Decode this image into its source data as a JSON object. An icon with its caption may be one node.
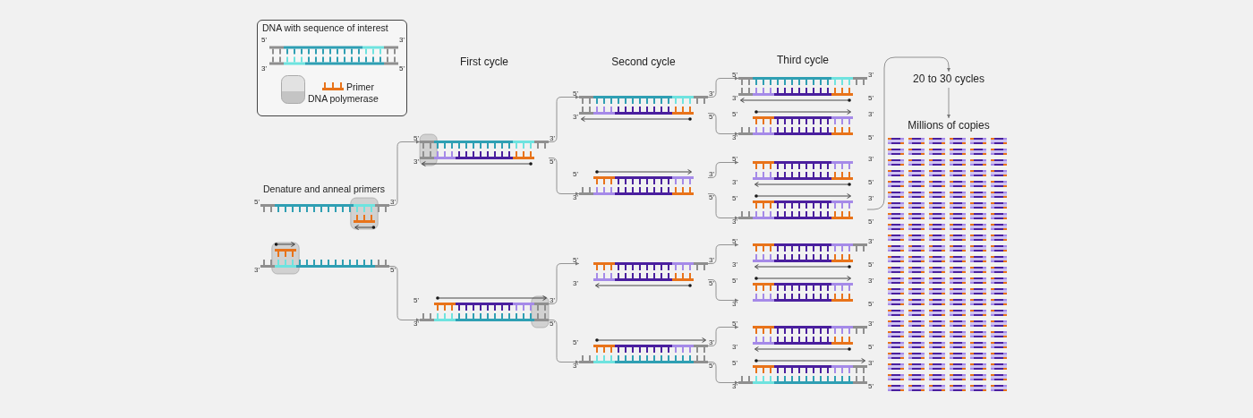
{
  "diagram": {
    "nodes": [
      {
        "text": [],
        "shape": "picture",
        "beside": [
          "5'",
          "3'"
        ]
      },
      {
        "text": [],
        "shape": "picture",
        "beside": [
          "3'",
          "5'"
        ]
      },
      {
        "text": [],
        "shape": "picture",
        "beside": [
          "5'",
          "3'",
          "3'",
          "5'"
        ]
      },
      {
        "text": [],
        "shape": "picture",
        "beside": [
          "5'",
          "3'",
          "3'",
          "5'"
        ]
      },
      {
        "text": [],
        "shape": "picture",
        "beside": [
          "5'",
          "3'",
          "3'",
          "5'"
        ]
      },
      {
        "text": [],
        "shape": "picture",
        "beside": [
          "5'",
          "3'",
          "3'",
          "5'"
        ]
      },
      {
        "text": [],
        "shape": "picture",
        "beside": [
          "5'",
          "3'",
          "3'",
          "5'"
        ]
      },
      {
        "text": [],
        "shape": "picture",
        "beside": [
          "5'",
          "3'",
          "3'",
          "5'"
        ]
      },
      {
        "text": [],
        "shape": "picture",
        "beside": [
          "5'",
          "3'",
          "3'",
          "5'"
        ]
      },
      {
        "text": [],
        "shape": "picture",
        "beside": [
          "5'",
          "3'",
          "3'",
          "5'"
        ]
      },
      {
        "text": [],
        "shape": "picture",
        "beside": [
          "5'",
          "3'",
          "3'",
          "5'"
        ]
      },
      {
        "text": [],
        "shape": "picture",
        "beside": [
          "5'",
          "3'",
          "3'",
          "5'"
        ]
      },
      {
        "text": [],
        "shape": "picture",
        "beside": [
          "5'",
          "3'",
          "3'",
          "5'"
        ]
      },
      {
        "text": [],
        "shape": "picture",
        "beside": [
          "5'",
          "3'",
          "3'",
          "5'"
        ]
      },
      {
        "text": [],
        "shape": "picture",
        "beside": [
          "5'",
          "3'",
          "3'",
          "5'"
        ]
      },
      {
        "text": [],
        "shape": "picture",
        "beside": [
          "5'",
          "3'",
          "3'",
          "5'"
        ]
      },
      {
        "text": [
          "20 to 30 cycles"
        ]
      },
      {
        "text": [
          "Millions of copies"
        ]
      }
    ],
    "edges": [
      {
        "from": 0,
        "to": 2,
        "arrow": "to"
      },
      {
        "from": 1,
        "to": 3,
        "arrow": "to"
      },
      {
        "from": 2,
        "to": 4,
        "arrow": "to"
      },
      {
        "from": 2,
        "to": 5,
        "arrow": "to"
      },
      {
        "from": 3,
        "to": 6,
        "arrow": "to"
      },
      {
        "from": 3,
        "to": 7,
        "arrow": "to"
      },
      {
        "from": 4,
        "to": 8,
        "arrow": "to"
      },
      {
        "from": 4,
        "to": 9,
        "arrow": "to"
      },
      {
        "from": 5,
        "to": 10,
        "arrow": "to"
      },
      {
        "from": 5,
        "to": 11,
        "arrow": "to"
      },
      {
        "from": 6,
        "to": 12,
        "arrow": "to"
      },
      {
        "from": 6,
        "to": 13,
        "arrow": "to"
      },
      {
        "from": 7,
        "to": 14,
        "arrow": "to"
      },
      {
        "from": 7,
        "to": 15,
        "arrow": "to"
      },
      {
        "from": 11,
        "to": 16,
        "arrow": "to"
      },
      {
        "from": 16,
        "to": 17,
        "arrow": "to"
      }
    ],
    "labels": [
      "DNA with sequence of interest",
      "5'",
      "3'",
      "3'",
      "5'",
      "First cycle",
      "Second cycle",
      "Third cycle",
      "Denature and anneal primers"
    ],
    "legend": [
      {
        "text": "Primer"
      },
      {
        "text": "DNA polymerase"
      }
    ]
  }
}
